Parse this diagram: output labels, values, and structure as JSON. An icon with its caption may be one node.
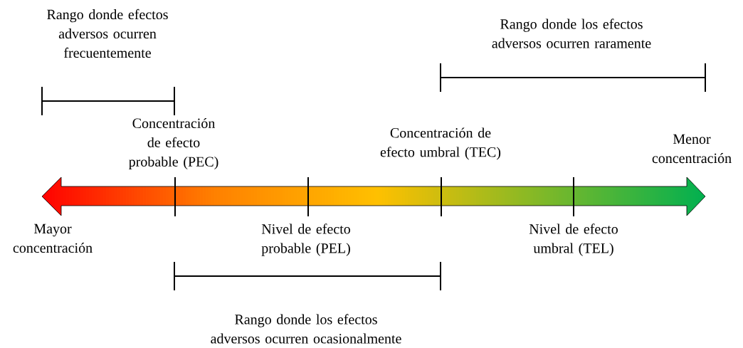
{
  "diagram": {
    "labels": [
      "Rango donde efectos adversos ocurren frecuentemente",
      "Rango donde los efectos adversos ocurren raramente",
      "Concentración de efecto probable (PEC)",
      "Concentración de efecto umbral (TEC)",
      "Menor concentración",
      "Mayor concentración",
      "Nivel de efecto probable (PEL)",
      "Nivel de efecto umbral (TEL)",
      "Rango donde los efectos adversos ocurren ocasionalmente"
    ]
  }
}
